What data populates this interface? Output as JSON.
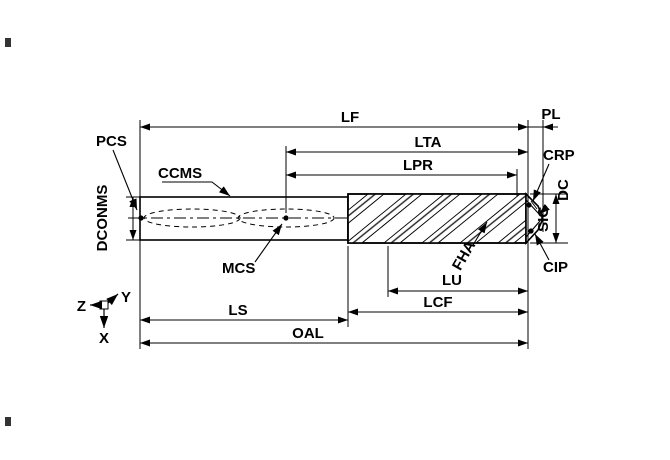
{
  "diagram": {
    "type": "technical-drawing",
    "subject": "Drill dimension nomenclature",
    "colors": {
      "background": "#ffffff",
      "line": "#000000"
    },
    "labels": {
      "lf": "LF",
      "pl": "PL",
      "pcs": "PCS",
      "lta": "LTA",
      "crp": "CRP",
      "lpr": "LPR",
      "ccms": "CCMS",
      "dconms": "DCONMS",
      "dc": "DC",
      "sig": "SIG",
      "mcs": "MCS",
      "fha": "FHA",
      "cip": "CIP",
      "lu": "LU",
      "lcf": "LCF",
      "ls": "LS",
      "oal": "OAL"
    },
    "axes": {
      "z": "Z",
      "y": "Y",
      "x": "X"
    }
  }
}
